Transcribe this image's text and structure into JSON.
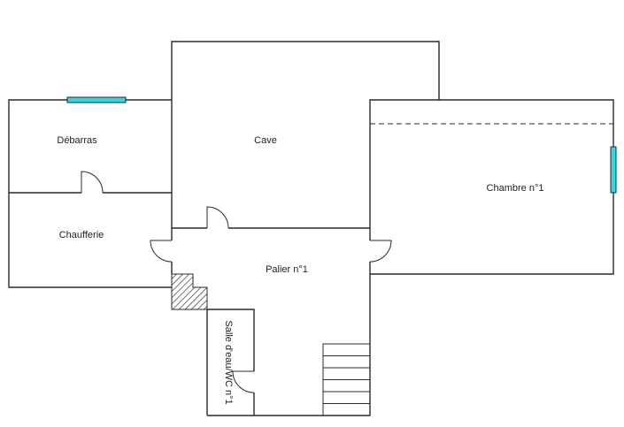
{
  "rooms": {
    "debarras": "Débarras",
    "cave": "Cave",
    "chambre": "Chambre n°1",
    "chaufferie": "Chaufferie",
    "palier": "Palier n°1",
    "salle_eau": "Salle d'eau/WC n°1"
  },
  "colors": {
    "wall": "#2a2a2a",
    "window": "#33d6e3",
    "background": "#ffffff"
  }
}
